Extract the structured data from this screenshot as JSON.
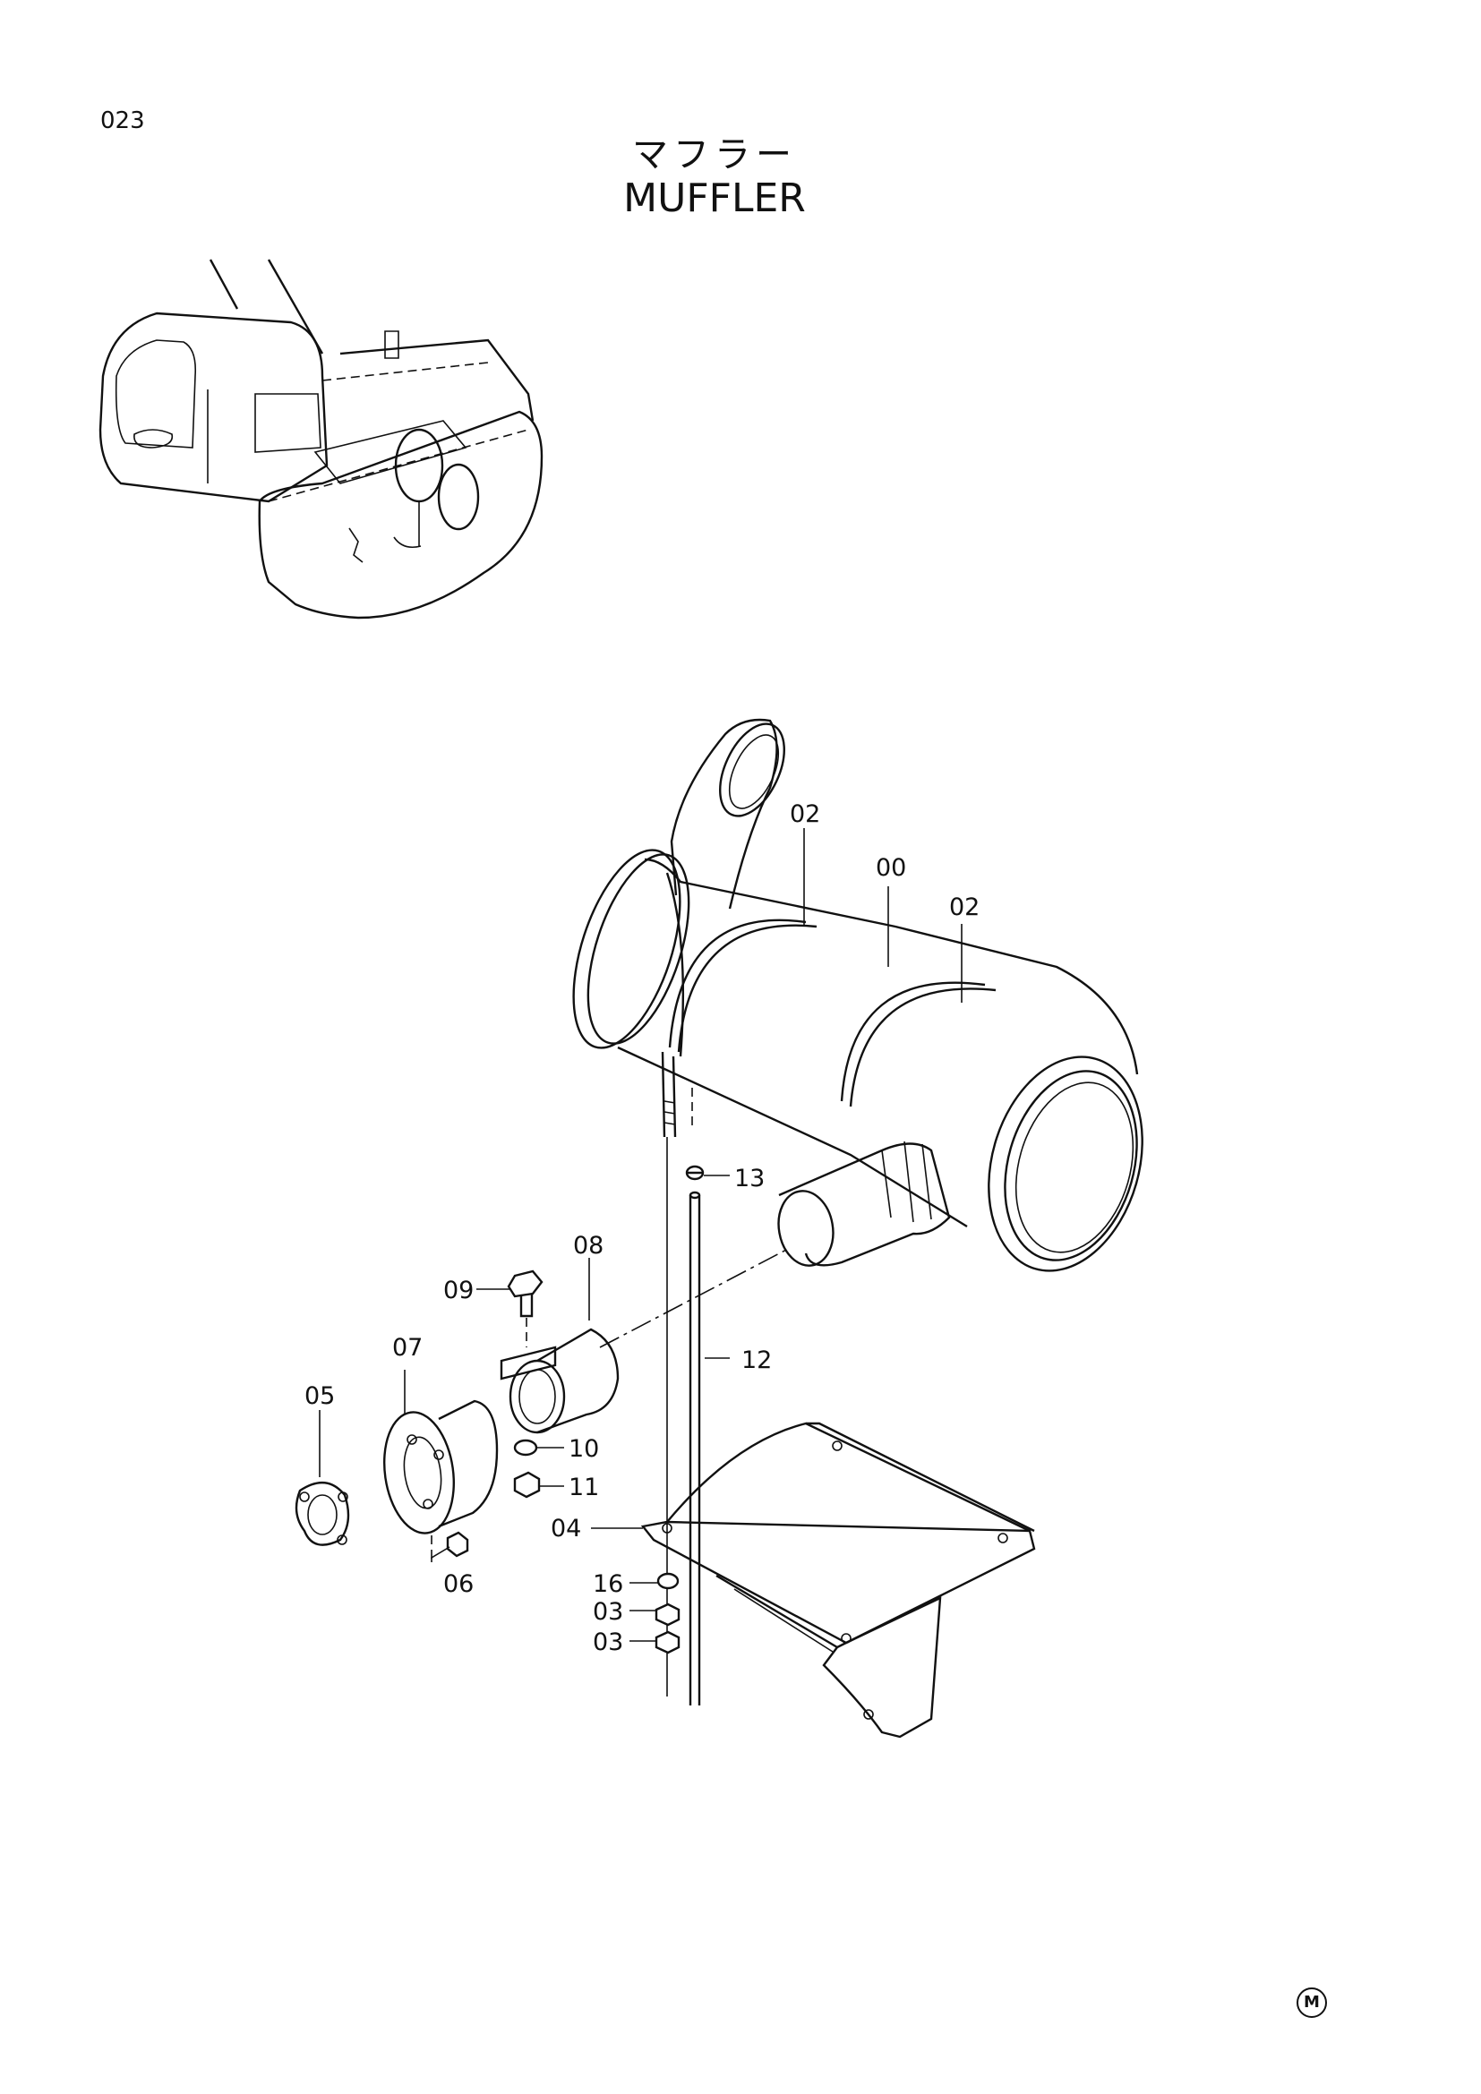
{
  "page_number": "023",
  "title_jp": "マフラー",
  "title_en": "MUFFLER",
  "callouts": {
    "muffler": "00",
    "band_a": "02",
    "band_b": "02",
    "clamp": "13",
    "pipe": "08",
    "bolt": "09",
    "flange_pipe": "07",
    "gasket": "05",
    "nut_06": "06",
    "rod": "12",
    "washer": "10",
    "nut_11": "11",
    "bracket": "04",
    "spacer": "16",
    "nut_a": "03",
    "nut_b": "03"
  },
  "corner_mark": "M"
}
